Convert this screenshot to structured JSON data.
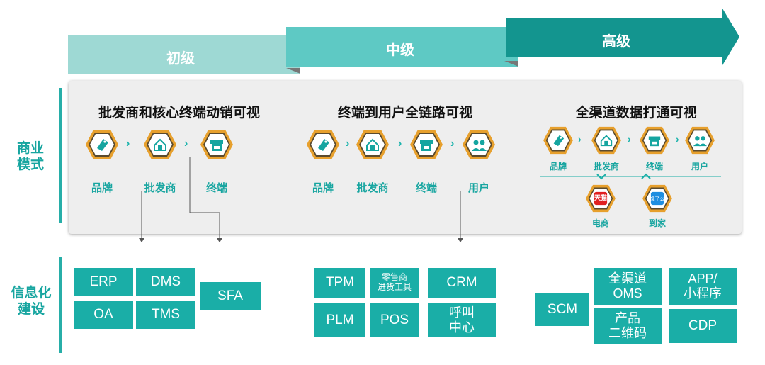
{
  "stages": [
    {
      "label": "初级"
    },
    {
      "label": "中级"
    },
    {
      "label": "高级"
    }
  ],
  "side": {
    "business": "商业\n模式",
    "info": "信息化\n建设"
  },
  "sections": [
    {
      "title": "批发商和核心终端动销可视",
      "labels": [
        "品牌",
        "批发商",
        "终端"
      ]
    },
    {
      "title": "终端到用户全链路可视",
      "labels": [
        "品牌",
        "批发商",
        "终端",
        "用户"
      ]
    },
    {
      "title": "全渠道数据打通可视",
      "labels": [
        "品牌",
        "批发商",
        "终端",
        "用户"
      ],
      "bottom": [
        "电商",
        "到家"
      ]
    }
  ],
  "icons": {
    "tmall": "天猫",
    "eleme": "饿了么"
  },
  "systems": {
    "erp": "ERP",
    "dms": "DMS",
    "sfa": "SFA",
    "oa": "OA",
    "tms": "TMS",
    "tpm": "TPM",
    "retail": "零售商\n进货工具",
    "crm": "CRM",
    "plm": "PLM",
    "pos": "POS",
    "callcenter": "呼叫\n中心",
    "scm": "SCM",
    "oms": "全渠道\nOMS",
    "app": "APP/\n小程序",
    "qrcode": "产品\n二维码",
    "cdp": "CDP"
  },
  "colors": {
    "stage1": "#9ed9d4",
    "stage2": "#5ec9c4",
    "stage3": "#13958f",
    "accent": "#1aaea7",
    "hex": "#e7a02d"
  }
}
